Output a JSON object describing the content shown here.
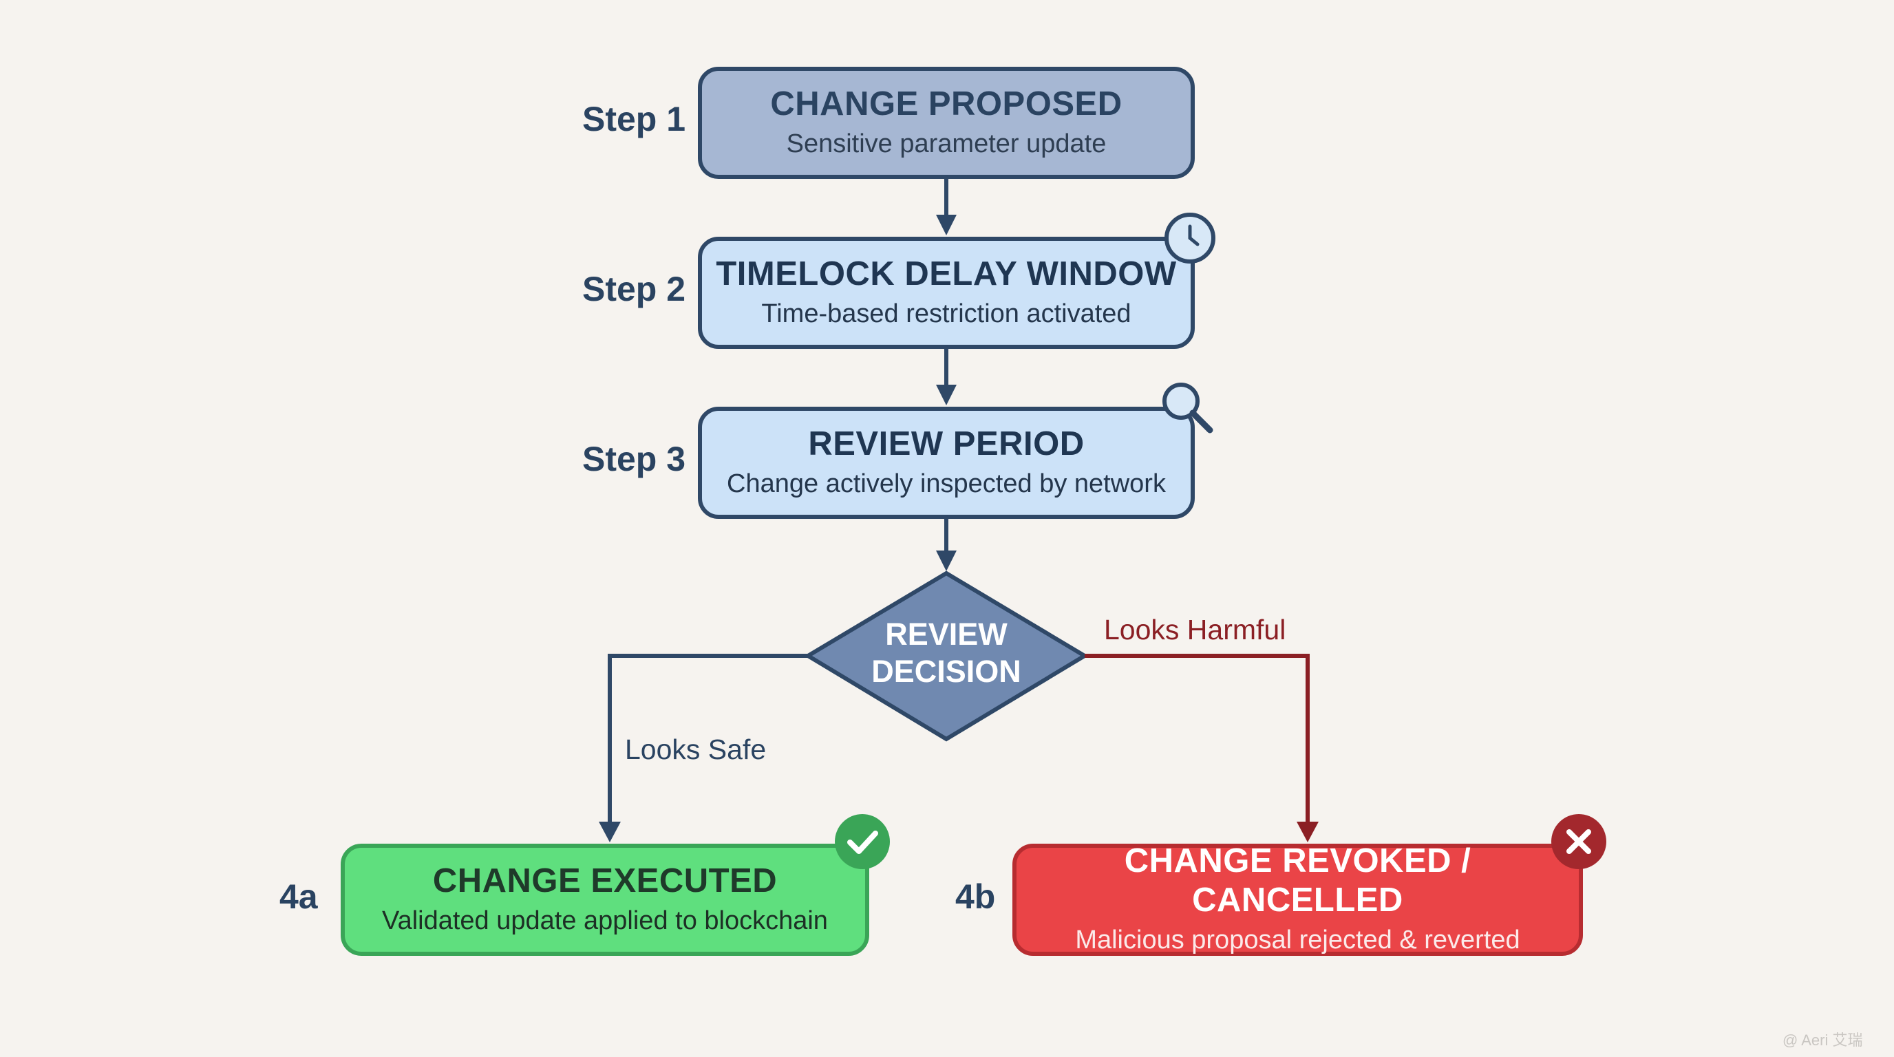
{
  "steps": {
    "s1": "Step 1",
    "s2": "Step 2",
    "s3": "Step 3",
    "s4a": "4a",
    "s4b": "4b"
  },
  "nodes": {
    "proposed": {
      "title": "CHANGE PROPOSED",
      "subtitle": "Sensitive parameter update"
    },
    "timelock": {
      "title": "TIMELOCK DELAY WINDOW",
      "subtitle": "Time-based restriction activated"
    },
    "review": {
      "title": "REVIEW PERIOD",
      "subtitle": "Change actively inspected by network"
    },
    "decision": {
      "line1": "REVIEW",
      "line2": "DECISION"
    },
    "executed": {
      "title": "CHANGE EXECUTED",
      "subtitle": "Validated update applied to blockchain"
    },
    "revoked": {
      "title": "CHANGE REVOKED / CANCELLED",
      "subtitle": "Malicious proposal rejected & reverted"
    }
  },
  "edges": {
    "safe_label": "Looks Safe",
    "harmful_label": "Looks Harmful"
  },
  "icons": {
    "timelock": "clock-icon",
    "review": "magnifier-icon",
    "executed": "check-icon",
    "revoked": "cross-icon"
  },
  "colors": {
    "background": "#f6f3ef",
    "dark_navy": "#2f4867",
    "safe_green": "#5fdf7e",
    "harm_red": "#ea4447",
    "harm_line": "#8b1f24",
    "decision_fill": "#7089b0"
  },
  "watermark": "@ Aeri 艾瑞"
}
